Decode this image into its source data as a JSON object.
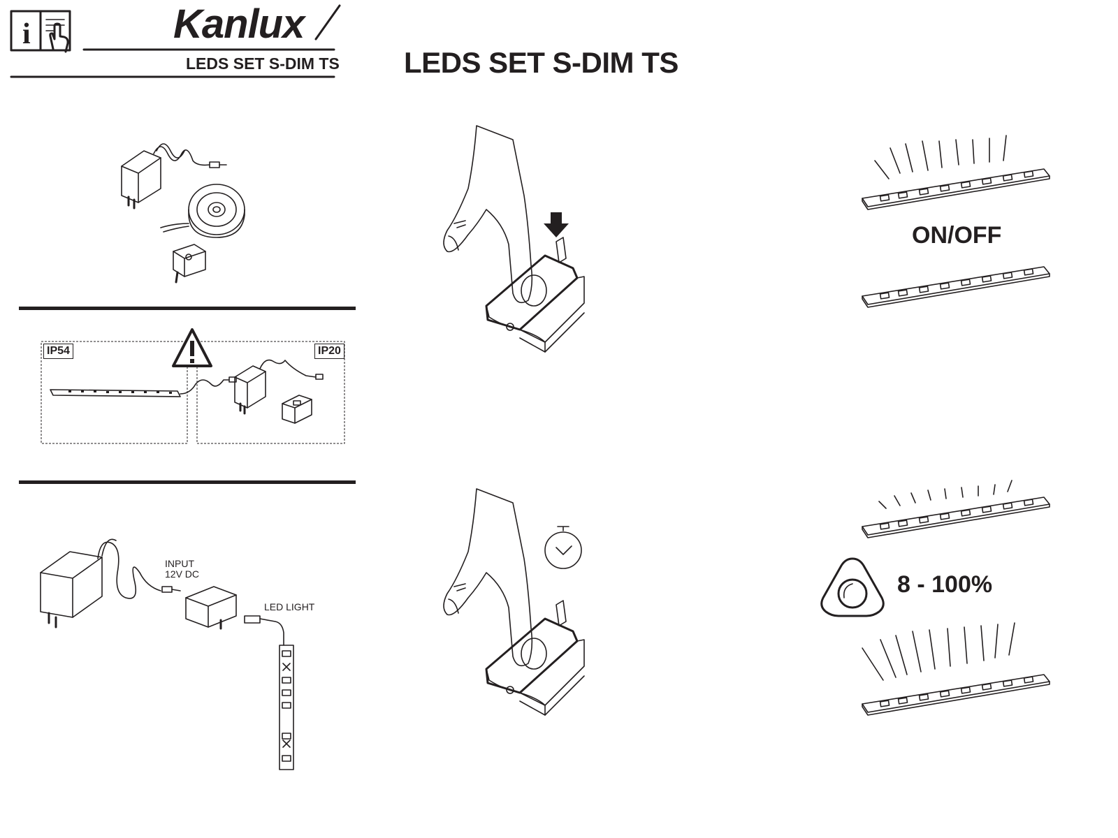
{
  "header": {
    "brand": "Kanlux",
    "brand_product": "LEDS SET S-DIM TS",
    "title": "LEDS SET S-DIM TS",
    "info_icon": "info-manual-icon"
  },
  "warning_section": {
    "badge_left": "IP54",
    "badge_right": "IP20",
    "icon": "warning-triangle-icon"
  },
  "wiring_section": {
    "input_label_line1": "INPUT",
    "input_label_line2": "12V DC",
    "led_label": "LED LIGHT"
  },
  "operation": {
    "press_label": "ON/OFF",
    "hold_label": "8 - 100%",
    "press_icon": "arrow-down-icon",
    "hold_icon": "clock-icon",
    "dim_icon": "dimmer-icon"
  }
}
